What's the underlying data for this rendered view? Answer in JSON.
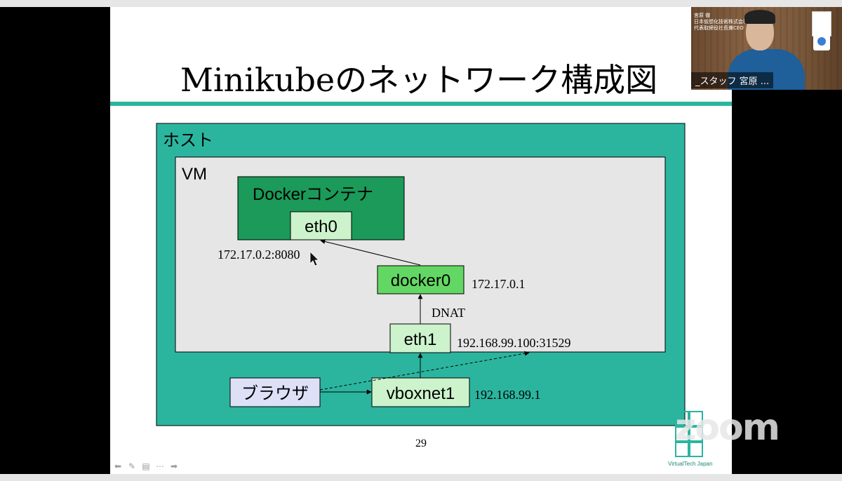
{
  "slide": {
    "title": "Minikubeのネットワーク構成図",
    "page_number": "29"
  },
  "diagram": {
    "host_label": "ホスト",
    "vm_label": "VM",
    "container_label": "Dockerコンテナ",
    "eth0_label": "eth0",
    "eth0_addr": "172.17.0.2:8080",
    "docker0_label": "docker0",
    "docker0_addr": "172.17.0.1",
    "dnat_label": "DNAT",
    "eth1_label": "eth1",
    "eth1_addr": "192.168.99.100:31529",
    "browser_label": "ブラウザ",
    "vboxnet1_label": "vboxnet1",
    "vboxnet1_addr": "192.168.99.1"
  },
  "footer": {
    "logo_text": "VirtualTech Japan"
  },
  "zoom": {
    "watermark": "zoom",
    "participant_name": "_スタッフ 宮原 ...",
    "participant_caption_1": "宮原 徹",
    "participant_caption_2": "日本仮想化技術株式会社",
    "participant_caption_3": "代表取締役社長兼CEO"
  },
  "colors": {
    "host_fill": "#2bb59f",
    "vm_fill": "#e6e6e6",
    "container_fill": "#1b9a59",
    "iface_fill": "#ccf3cc",
    "docker0_fill": "#63d763",
    "browser_fill": "#dde0f7",
    "accent_rule": "#2bb59f"
  },
  "icons": [
    "arrow-left-icon",
    "pen-icon",
    "slides-icon",
    "more-icon",
    "arrow-right-icon"
  ]
}
